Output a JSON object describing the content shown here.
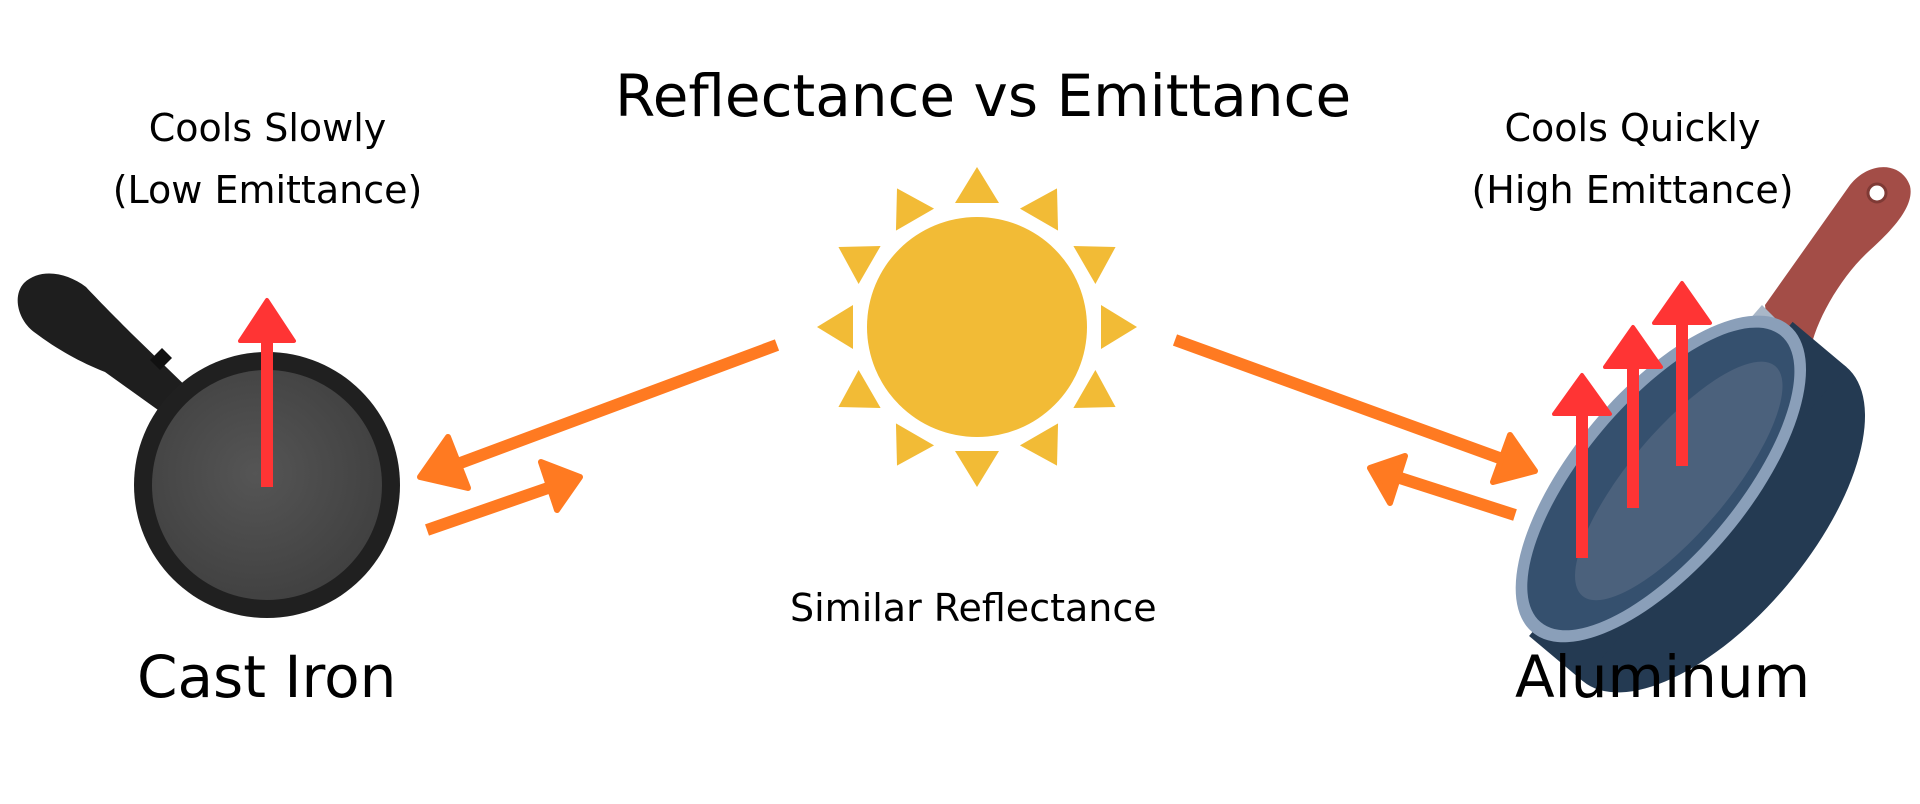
{
  "title": "Reflectance vs Emittance",
  "left": {
    "status_line1": "Cools Slowly",
    "status_line2": "(Low Emittance)",
    "material": "Cast Iron"
  },
  "right": {
    "status_line1": "Cools Quickly",
    "status_line2": "(High Emittance)",
    "material": "Aluminum"
  },
  "center_caption": "Similar Reflectance",
  "colors": {
    "sun": "#f2bb36",
    "reflect_arrow": "#ff7a21",
    "emit_arrow": "#ff3434",
    "cast_iron_rim": "#202020",
    "cast_iron_interior": "#474747",
    "aluminum_body": "#243a52",
    "aluminum_rim": "#8a9fb9",
    "aluminum_handle": "#a34d47"
  }
}
